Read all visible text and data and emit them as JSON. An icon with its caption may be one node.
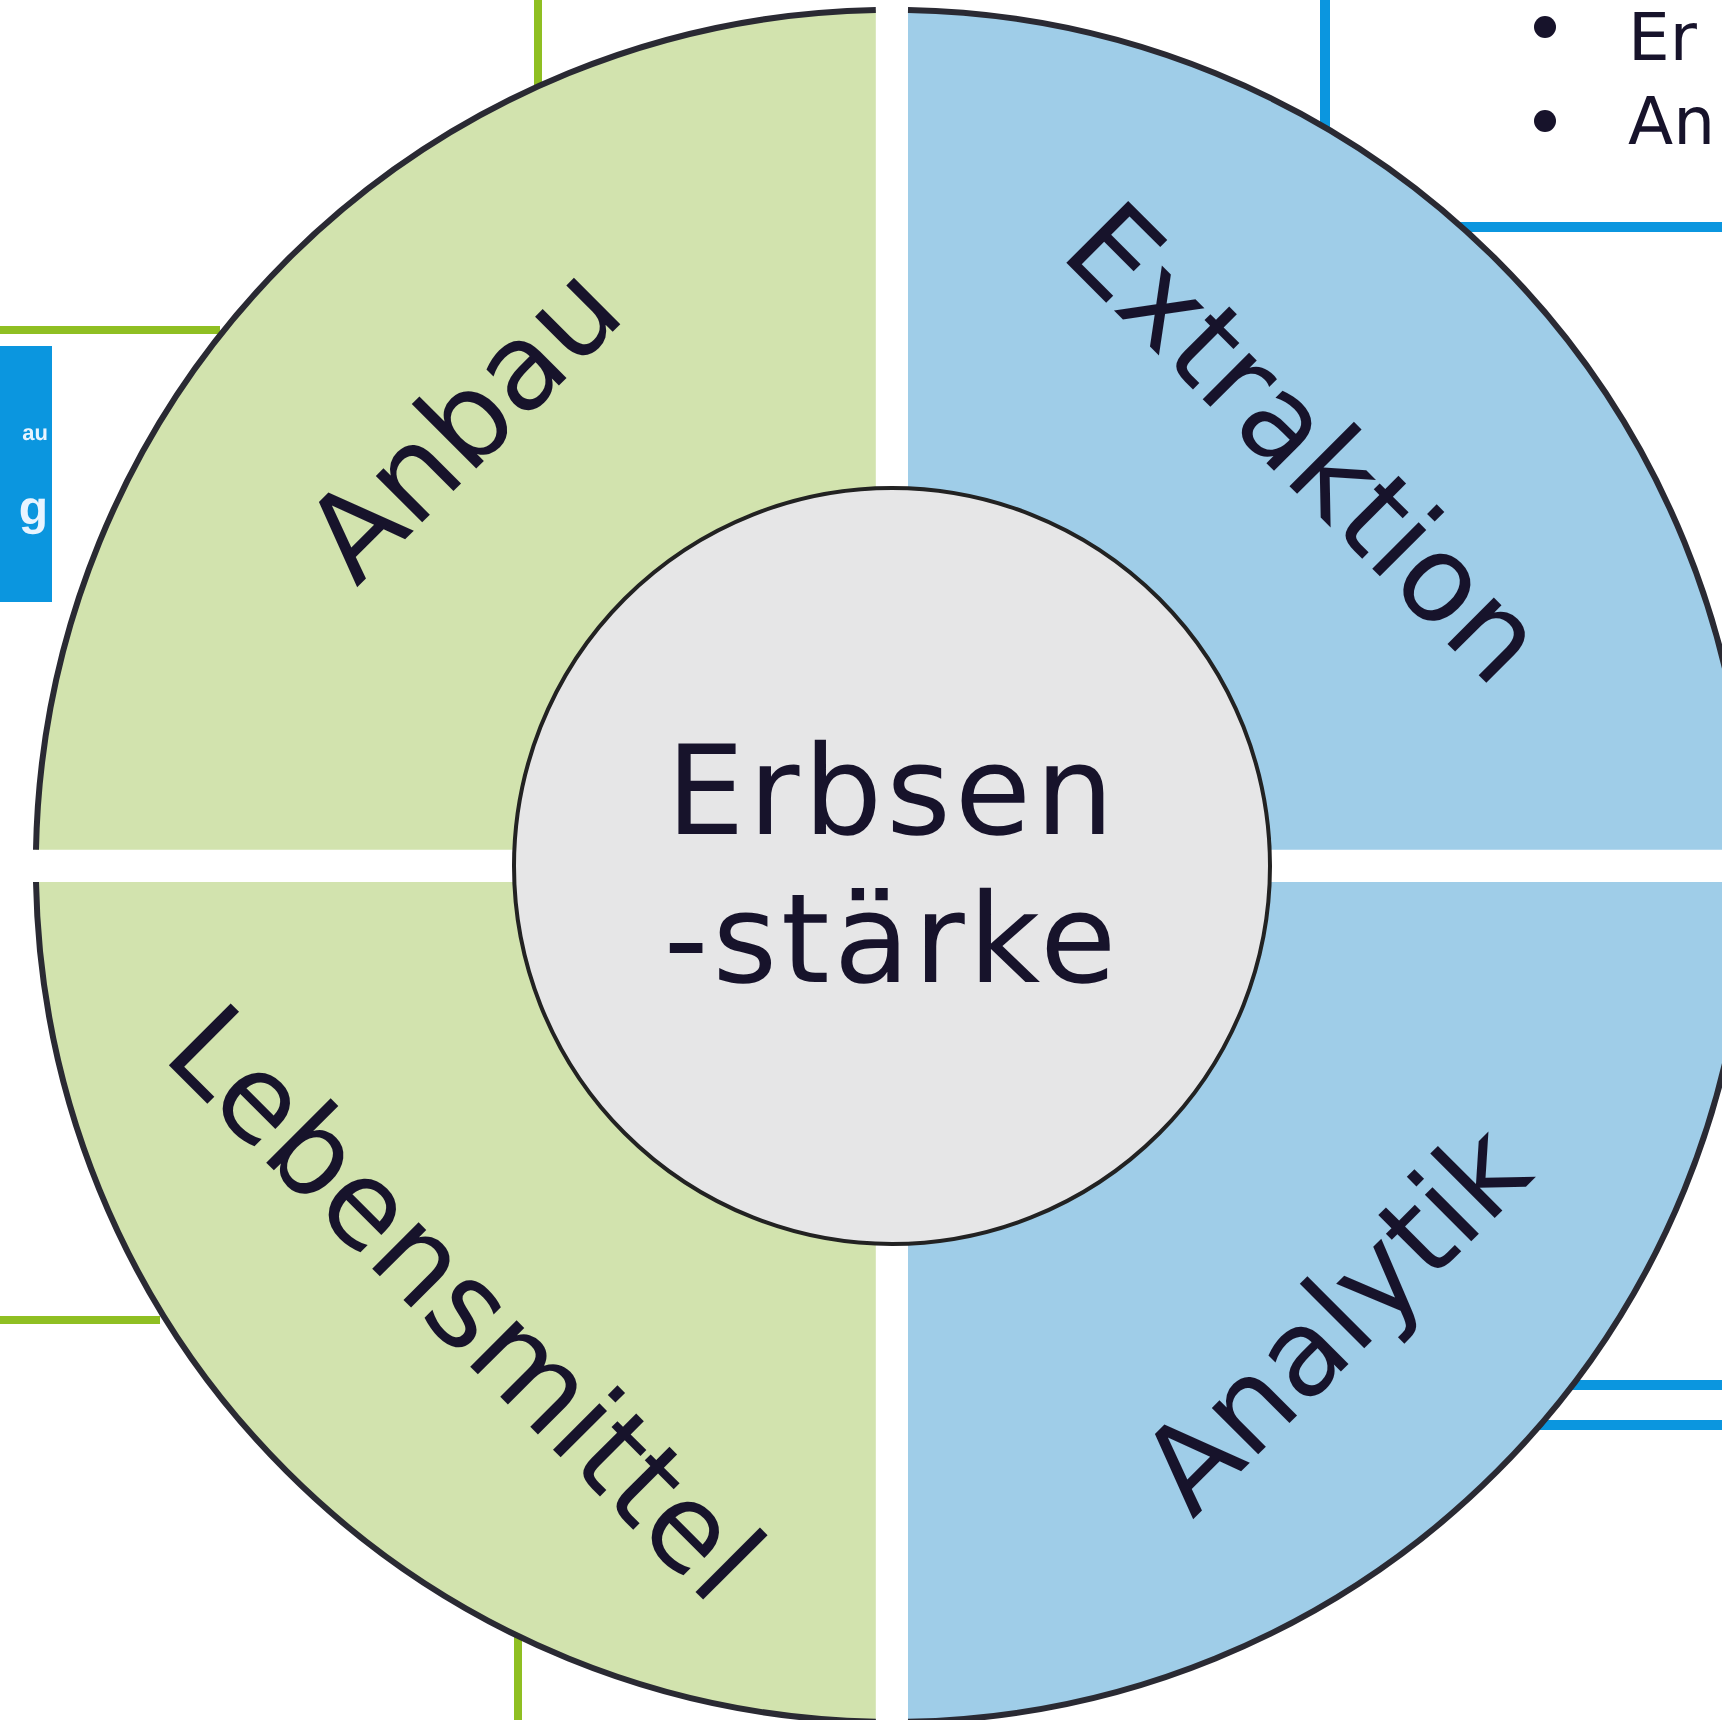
{
  "diagram": {
    "nodes": [
      {
        "text": [
          "Anbau"
        ]
      },
      {
        "text": [
          "Extraktion"
        ]
      },
      {
        "text": [
          "Erbsen -stärke"
        ]
      },
      {
        "text": [
          "Lebensmittel"
        ]
      },
      {
        "text": [
          "Analytik"
        ]
      }
    ],
    "labels": [
      "Er",
      "An",
      "au",
      "g"
    ]
  }
}
